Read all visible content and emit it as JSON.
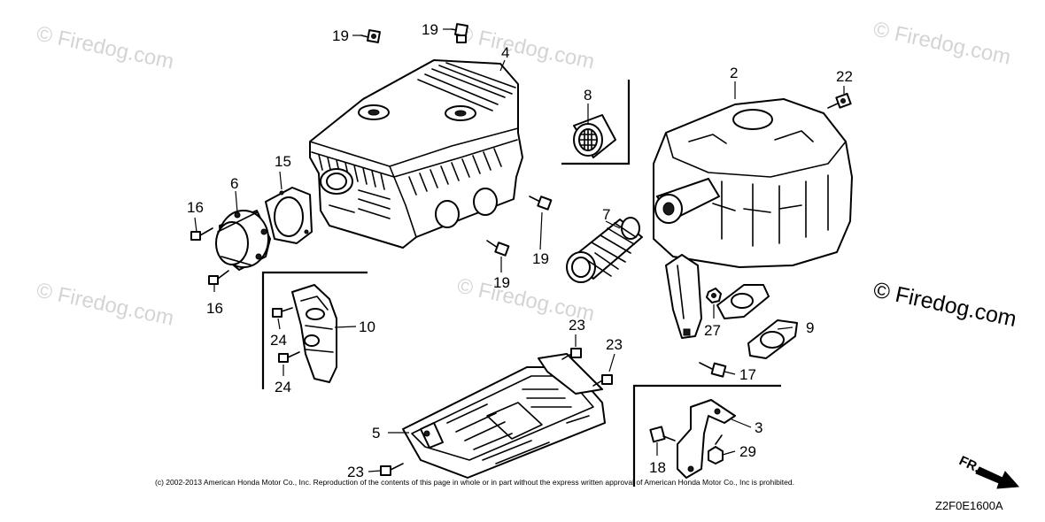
{
  "watermarks": {
    "text": "© Firedog.com"
  },
  "callouts": {
    "c2": "2",
    "c3": "3",
    "c4": "4",
    "c5": "5",
    "c6": "6",
    "c7": "7",
    "c8": "8",
    "c9": "9",
    "c10": "10",
    "c15": "15",
    "c16a": "16",
    "c16b": "16",
    "c17": "17",
    "c18": "18",
    "c19a": "19",
    "c19b": "19",
    "c19c": "19",
    "c19d": "19",
    "c22": "22",
    "c23a": "23",
    "c23b": "23",
    "c23c": "23",
    "c24a": "24",
    "c24b": "24",
    "c27": "27",
    "c29": "29"
  },
  "copyright": "(c) 2002-2013 American Honda Motor Co., Inc. Reproduction of the contents of this page in whole or in part without the express written approval of American Honda Motor Co., Inc is prohibited.",
  "direction_label": "FR.",
  "diagram_code": "Z2F0E1600A"
}
